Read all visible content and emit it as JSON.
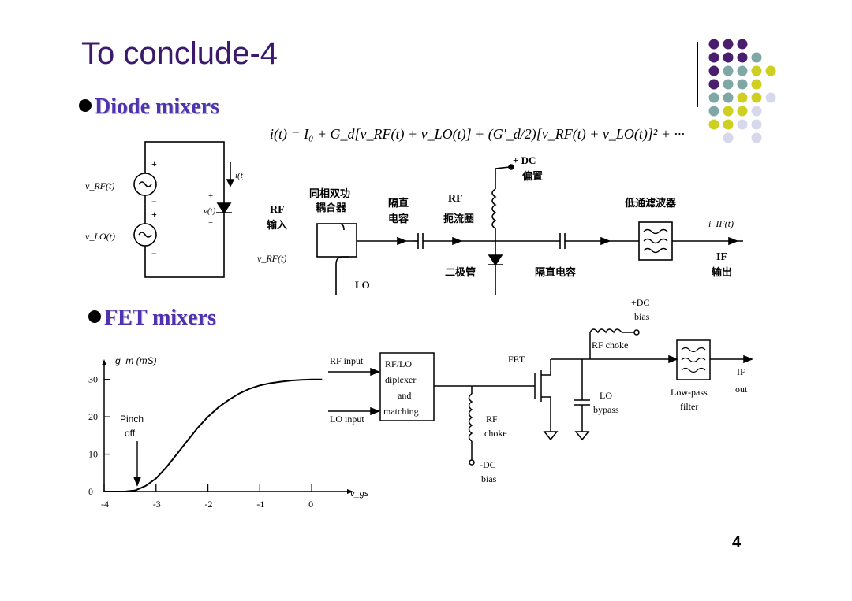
{
  "title": "To conclude-4",
  "page_number": "4",
  "bullets": {
    "diode": "Diode mixers",
    "fet": "FET mixers"
  },
  "colors": {
    "title": "#3b1a6e",
    "bullet": "#4f32b0",
    "dot_purple": "#4b1d6e",
    "dot_teal": "#7fa7a6",
    "dot_yellow": "#cfcf22",
    "dot_lavender": "#d8d8ec"
  },
  "diode_circuit": {
    "v_rf": "v_RF(t)",
    "v_lo": "v_LO(t)",
    "i_t": "i(t)",
    "v_t": "v(t)",
    "plus": "+",
    "minus": "−"
  },
  "equation": "i(t) = I₀ + G_d[v_RF(t) + v_LO(t)] + (G′_d/2)[v_RF(t) + v_LO(t)]² + ···",
  "diode_mixer": {
    "dc_bias": "+ DC",
    "bias_cn": "偏置",
    "rf_in_1": "RF",
    "rf_in_2": "输入",
    "coupler_1": "同相双功",
    "coupler_2": "耦合器",
    "block_cap_1": "隔直",
    "block_cap_2": "电容",
    "rf_choke_1": "RF",
    "rf_choke_2": "扼流圈",
    "lpf": "低通滤波器",
    "i_if": "i_IF(t)",
    "if_out_1": "IF",
    "if_out_2": "输出",
    "v_rf": "v_RF(t)",
    "lo": "LO",
    "diode": "二极管",
    "block_cap_out": "隔直电容"
  },
  "fet_mixer": {
    "dc_bias_pos_1": "+DC",
    "dc_bias_pos_2": "bias",
    "rf_choke_top": "RF choke",
    "rf_input": "RF input",
    "lo_input": "LO input",
    "diplexer": [
      "RF/LO",
      "diplexer",
      "and",
      "matching"
    ],
    "fet": "FET",
    "lo_bypass_1": "LO",
    "lo_bypass_2": "bypass",
    "lpf_1": "Low-pass",
    "lpf_2": "filter",
    "if_out_1": "IF",
    "if_out_2": "out",
    "rf_choke_1": "RF",
    "rf_choke_2": "choke",
    "dc_bias_neg_1": "-DC",
    "dc_bias_neg_2": "bias"
  },
  "chart_data": {
    "type": "line",
    "title": "",
    "ylabel": "g_m (mS)",
    "xlabel": "v_gs",
    "xlim": [
      -4,
      0.5
    ],
    "ylim": [
      0,
      35
    ],
    "xticks": [
      "-4",
      "-3",
      "-2",
      "-1",
      "0"
    ],
    "yticks": [
      "0",
      "10",
      "20",
      "30"
    ],
    "annotation": [
      "Pinch",
      "off"
    ],
    "series": [
      {
        "x": [
          -4,
          -3.6,
          -3.4,
          -3.2,
          -3.0,
          -2.8,
          -2.6,
          -2.4,
          -2.2,
          -2.0,
          -1.8,
          -1.6,
          -1.4,
          -1.2,
          -1.0,
          -0.8,
          -0.6,
          -0.4,
          -0.2,
          0.0,
          0.2
        ],
        "y": [
          0,
          0,
          0.3,
          1.5,
          3.5,
          6.5,
          10,
          13.5,
          17,
          20,
          22.5,
          24.5,
          26.2,
          27.5,
          28.4,
          29.0,
          29.4,
          29.7,
          29.9,
          30,
          30
        ]
      }
    ]
  }
}
